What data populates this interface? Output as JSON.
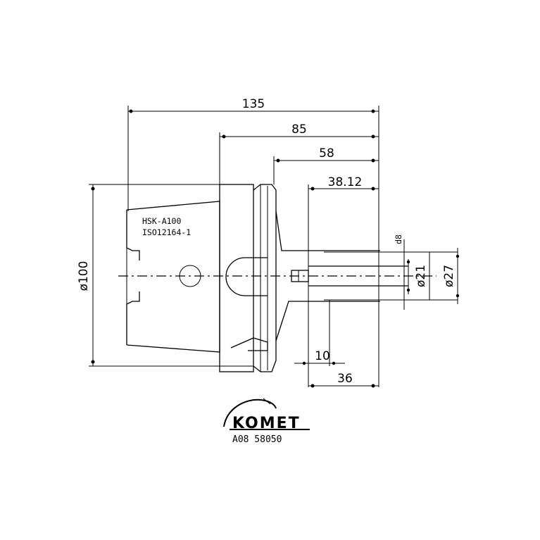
{
  "dimensions": {
    "overall_length": "135",
    "length_85": "85",
    "length_58": "58",
    "length_38": "38.12",
    "diameter_100": "ø100",
    "diameter_8": "d8",
    "diameter_21": "ø21",
    "diameter_27": "ø27",
    "length_10": "10",
    "length_36": "36"
  },
  "part_labels": {
    "interface": "HSK-A100",
    "standard": "ISO12164-1"
  },
  "brand": {
    "logo_text": "KOMET",
    "article_number": "A08 58050"
  }
}
